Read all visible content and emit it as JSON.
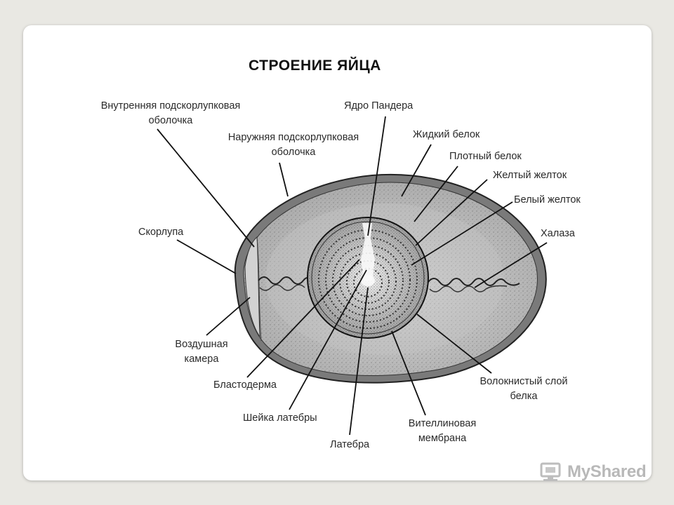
{
  "title": "СТРОЕНИЕ ЯЙЦА",
  "labels": {
    "inner_membrane": [
      "Внутренняя подскорлупковая",
      "оболочка"
    ],
    "outer_membrane": [
      "Наружняя подскорлупковая",
      "оболочка"
    ],
    "pander_nucleus": "Ядро Пандера",
    "liquid_white": "Жидкий белок",
    "dense_white": "Плотный белок",
    "yellow_yolk": "Желтый желток",
    "white_yolk": "Белый желток",
    "chalaza": "Халаза",
    "shell": "Скорлупа",
    "air_cell": [
      "Воздушная",
      "камера"
    ],
    "blastoderm": "Бластодерма",
    "latebra_neck": "Шейка латебры",
    "latebra": "Латебра",
    "vitelline_membrane": [
      "Вителлиновая",
      "мембрана"
    ],
    "fibrous_layer": [
      "Волокнистый слой",
      "белка"
    ]
  },
  "watermark": {
    "text": "MyShared",
    "icon": "myshared-logo-icon"
  }
}
